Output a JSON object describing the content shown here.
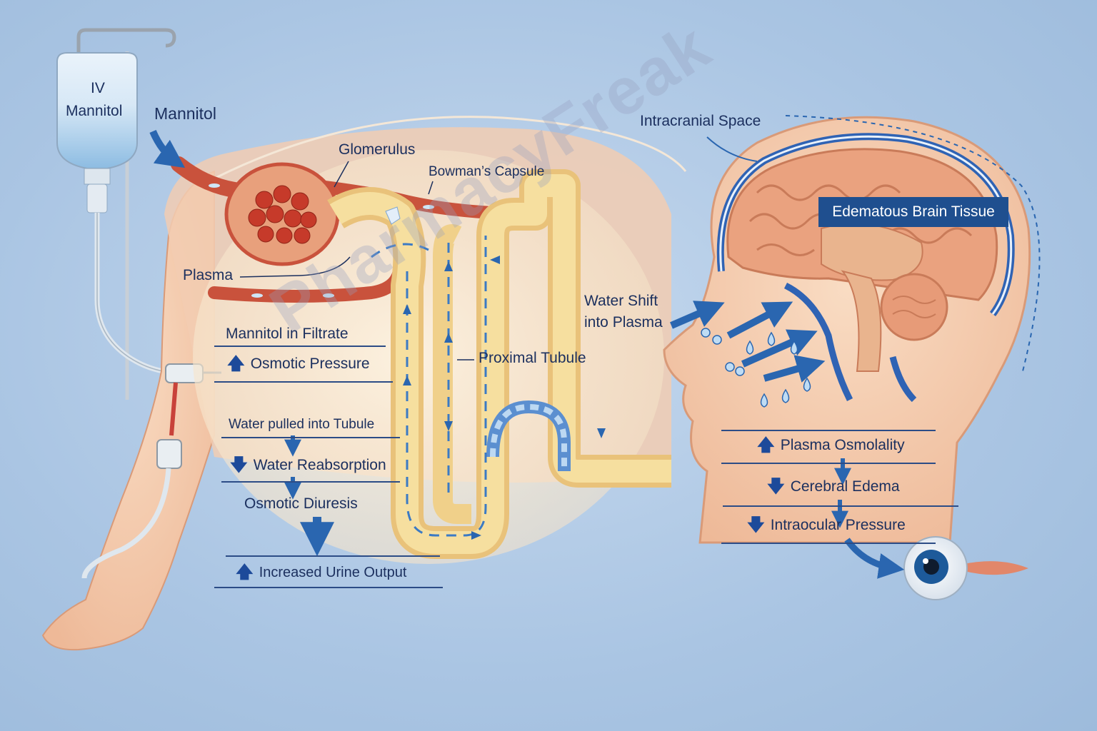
{
  "iv_bag": {
    "line1": "IV",
    "line2": "Mannitol"
  },
  "labels": {
    "mannitol": "Mannitol",
    "glomerulus": "Glomerulus",
    "bowmans_capsule": "Bowman’s Capsule",
    "plasma": "Plasma",
    "proximal_tubule": "Proximal Tubule",
    "intracranial_space": "Intracranial Space",
    "edematous_brain_tissue": "Edematous Brain Tissue",
    "water_shift_line1": "Water Shift",
    "water_shift_line2": "into Plasma"
  },
  "renal_steps": [
    {
      "text": "Mannitol in Filtrate",
      "indicator": ""
    },
    {
      "text": "Osmotic Pressure",
      "indicator": "up"
    },
    {
      "text": "Water pulled into Tubule",
      "indicator": ""
    },
    {
      "text": "Water Reabsorption",
      "indicator": "down"
    },
    {
      "text": "Osmotic Diuresis",
      "indicator": ""
    },
    {
      "text": "Increased Urine Output",
      "indicator": "up"
    }
  ],
  "cns_steps": [
    {
      "text": "Plasma Osmolality",
      "indicator": "up"
    },
    {
      "text": "Cerebral Edema",
      "indicator": "down"
    },
    {
      "text": "Intraocular Pressure",
      "indicator": "down"
    }
  ],
  "watermark": "PharmacyFreak",
  "colors": {
    "background": "#aac5e3",
    "label_text": "#1b2f5e",
    "arrow_blue": "#2a66b0",
    "banner": "#1f4f8f",
    "vessel_red": "#c9523c",
    "tubule_yellow": "#f1d592",
    "brain_pink": "#e7a783",
    "skin": "#f3c9a8"
  },
  "icons": {
    "up": "up-arrow-icon",
    "down": "down-arrow-icon"
  }
}
